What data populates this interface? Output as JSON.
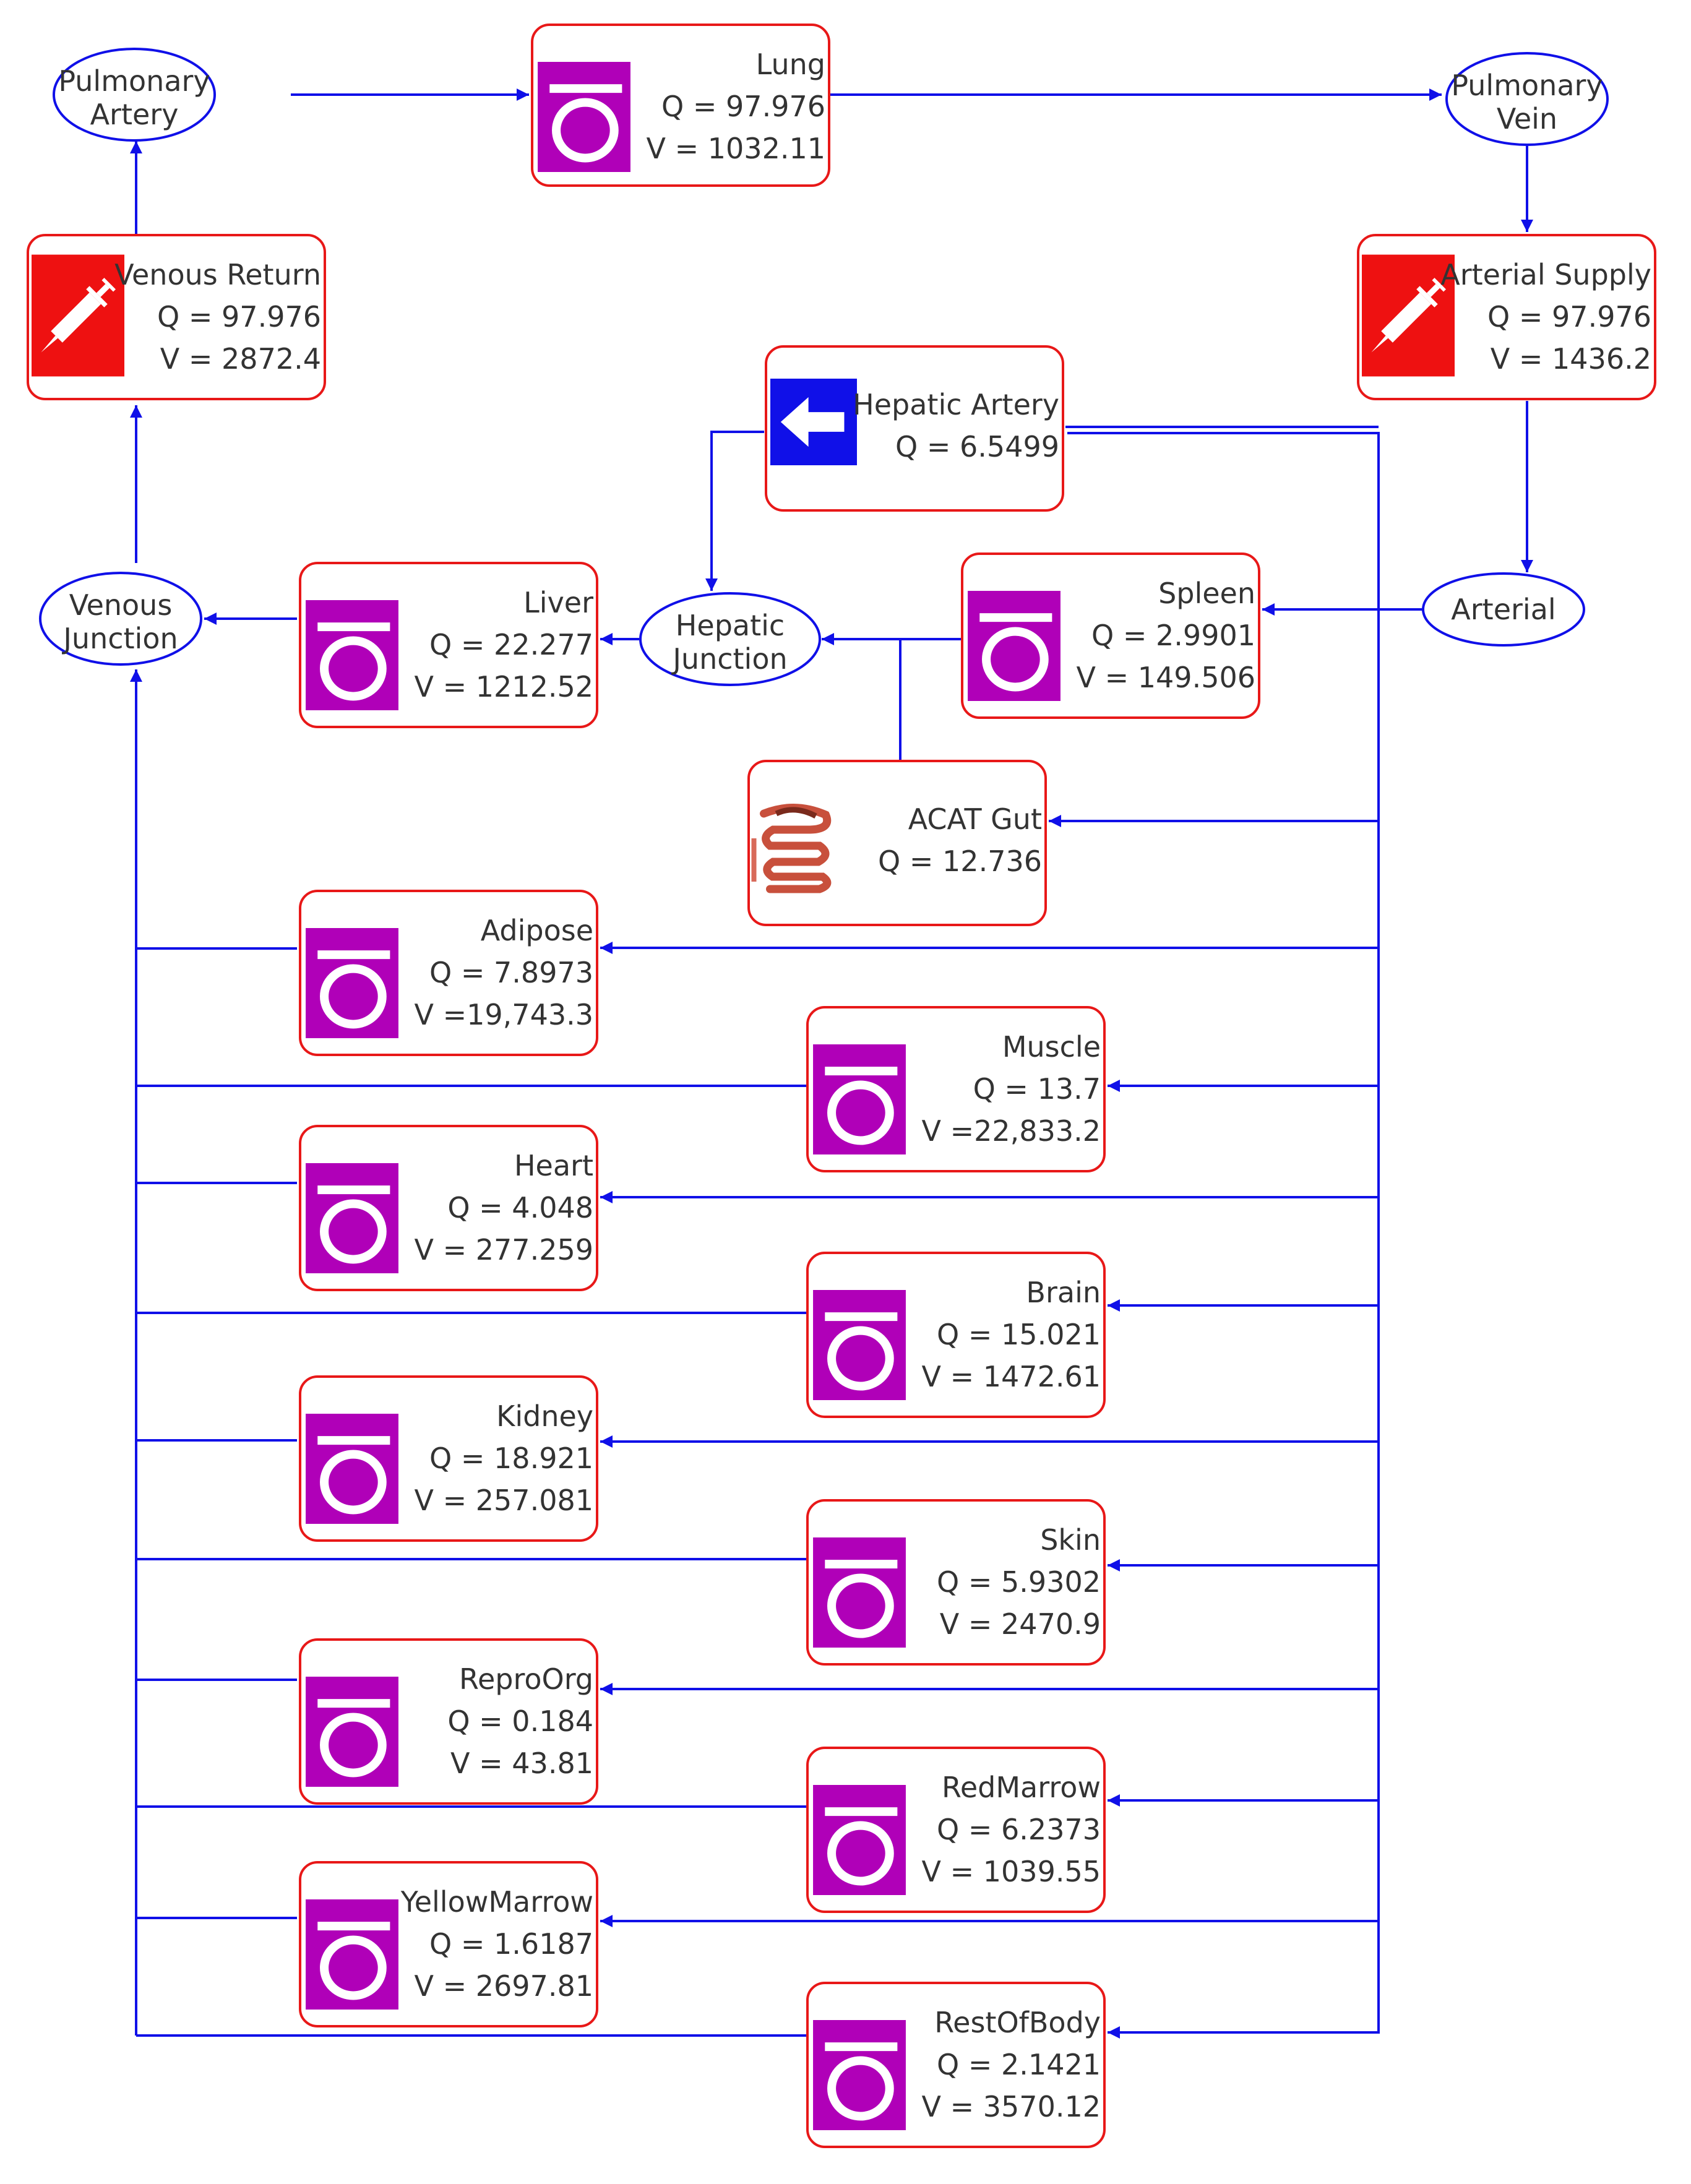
{
  "colors": {
    "flow_line": "#1010e8",
    "node_border": "#e81818",
    "ellipse_border": "#1010e8",
    "tissue_icon_bg": "#b000b8",
    "pump_icon_bg": "#ee1111",
    "hepatic_icon_bg": "#1010e8",
    "text": "#333333"
  },
  "junctions": {
    "pulmonary_artery": {
      "line1": "Pulmonary",
      "line2": "Artery"
    },
    "pulmonary_vein": {
      "line1": "Pulmonary",
      "line2": "Vein"
    },
    "venous_junction": {
      "line1": "Venous",
      "line2": "Junction"
    },
    "hepatic_junction": {
      "line1": "Hepatic",
      "line2": "Junction"
    },
    "arterial": {
      "line1": "Arterial"
    }
  },
  "nodes": {
    "lung": {
      "name": "Lung",
      "q": "Q = 97.976",
      "v": "V = 1032.11",
      "icon": "tissue-icon"
    },
    "venous_return": {
      "name": "Venous Return",
      "q": "Q = 97.976",
      "v": "V = 2872.4",
      "icon": "syringe-icon"
    },
    "arterial_supply": {
      "name": "Arterial Supply",
      "q": "Q = 97.976",
      "v": "V = 1436.2",
      "icon": "syringe-icon"
    },
    "hepatic_artery": {
      "name": "Hepatic Artery",
      "q": "Q = 6.5499",
      "icon": "left-arrow-icon"
    },
    "liver": {
      "name": "Liver",
      "q": "Q = 22.277",
      "v": "V = 1212.52",
      "icon": "tissue-icon"
    },
    "spleen": {
      "name": "Spleen",
      "q": "Q = 2.9901",
      "v": "V = 149.506",
      "icon": "tissue-icon"
    },
    "acat_gut": {
      "name": "ACAT Gut",
      "q": "Q = 12.736",
      "icon": "intestine-icon"
    },
    "adipose": {
      "name": "Adipose",
      "q": "Q = 7.8973",
      "v": "V =19,743.3",
      "icon": "tissue-icon"
    },
    "muscle": {
      "name": "Muscle",
      "q": "Q = 13.7",
      "v": "V =22,833.2",
      "icon": "tissue-icon"
    },
    "heart": {
      "name": "Heart",
      "q": "Q = 4.048",
      "v": "V = 277.259",
      "icon": "tissue-icon"
    },
    "brain": {
      "name": "Brain",
      "q": "Q = 15.021",
      "v": "V = 1472.61",
      "icon": "tissue-icon"
    },
    "kidney": {
      "name": "Kidney",
      "q": "Q = 18.921",
      "v": "V = 257.081",
      "icon": "tissue-icon"
    },
    "skin": {
      "name": "Skin",
      "q": "Q = 5.9302",
      "v": "V = 2470.9",
      "icon": "tissue-icon"
    },
    "repro_org": {
      "name": "ReproOrg",
      "q": "Q = 0.184",
      "v": "V = 43.81",
      "icon": "tissue-icon"
    },
    "red_marrow": {
      "name": "RedMarrow",
      "q": "Q = 6.2373",
      "v": "V = 1039.55",
      "icon": "tissue-icon"
    },
    "yellow_marrow": {
      "name": "YellowMarrow",
      "q": "Q = 1.6187",
      "v": "V = 2697.81",
      "icon": "tissue-icon"
    },
    "rest_of_body": {
      "name": "RestOfBody",
      "q": "Q = 2.1421",
      "v": "V = 3570.12",
      "icon": "tissue-icon"
    }
  }
}
